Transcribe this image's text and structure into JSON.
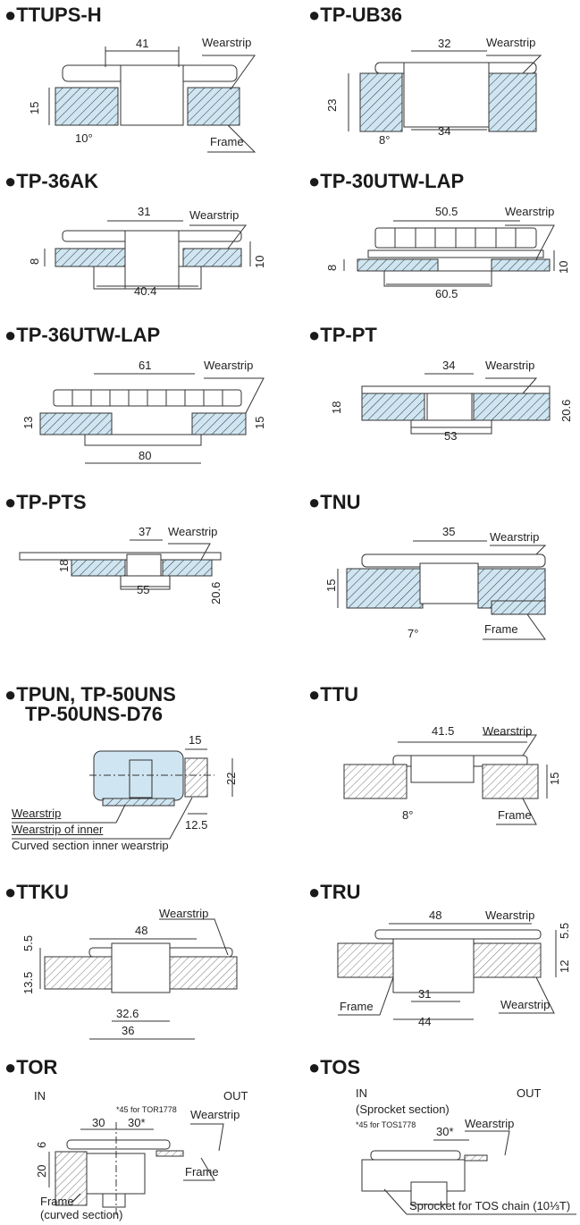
{
  "colors": {
    "section_fill": "#cfe6f2",
    "hatch": "#333333",
    "text": "#222222"
  },
  "panels": [
    {
      "title": "●TTUPS-H",
      "labels": [
        "41",
        "Wearstrip",
        "15",
        "10°",
        "Frame"
      ]
    },
    {
      "title": "●TP-UB36",
      "labels": [
        "32",
        "Wearstrip",
        "23",
        "8°",
        "34"
      ]
    },
    {
      "title": "●TP-36AK",
      "labels": [
        "31",
        "Wearstrip",
        "8",
        "10",
        "40.4"
      ]
    },
    {
      "title": "●TP-30UTW-LAP",
      "labels": [
        "50.5",
        "Wearstrip",
        "8",
        "10",
        "60.5"
      ]
    },
    {
      "title": "●TP-36UTW-LAP",
      "labels": [
        "61",
        "Wearstrip",
        "13",
        "15",
        "80"
      ]
    },
    {
      "title": "●TP-PT",
      "labels": [
        "34",
        "Wearstrip",
        "18",
        "20.6",
        "53"
      ]
    },
    {
      "title": "●TP-PTS",
      "labels": [
        "37",
        "Wearstrip",
        "18",
        "55",
        "20.6"
      ]
    },
    {
      "title": "●TNU",
      "labels": [
        "35",
        "Wearstrip",
        "15",
        "7°",
        "Frame"
      ]
    },
    {
      "title": "●TPUN, TP-50UNS",
      "title2": "TP-50UNS-D76",
      "labels": [
        "15",
        "22",
        "Wearstrip",
        "Wearstrip of inner",
        "Curved section inner wearstrip",
        "12.5"
      ]
    },
    {
      "title": "●TTU",
      "labels": [
        "41.5",
        "Wearstrip",
        "15",
        "8°",
        "Frame"
      ]
    },
    {
      "title": "●TTKU",
      "labels": [
        "Wearstrip",
        "48",
        "5.5",
        "13.5",
        "32.6",
        "36"
      ]
    },
    {
      "title": "●TRU",
      "labels": [
        "48",
        "Wearstrip",
        "5.5",
        "12",
        "Frame",
        "31",
        "Wearstrip",
        "44"
      ]
    },
    {
      "title": "●TOR",
      "labels": [
        "IN",
        "OUT",
        "*45 for TOR1778",
        "30",
        "30*",
        "Wearstrip",
        "6",
        "20",
        "Frame",
        "Frame",
        "(curved section)"
      ]
    },
    {
      "title": "●TOS",
      "labels": [
        "IN",
        "OUT",
        "(Sprocket section)",
        "*45 for TOS1778",
        "30*",
        "Wearstrip",
        "Sprocket for TOS chain (10⅓T)"
      ]
    }
  ]
}
